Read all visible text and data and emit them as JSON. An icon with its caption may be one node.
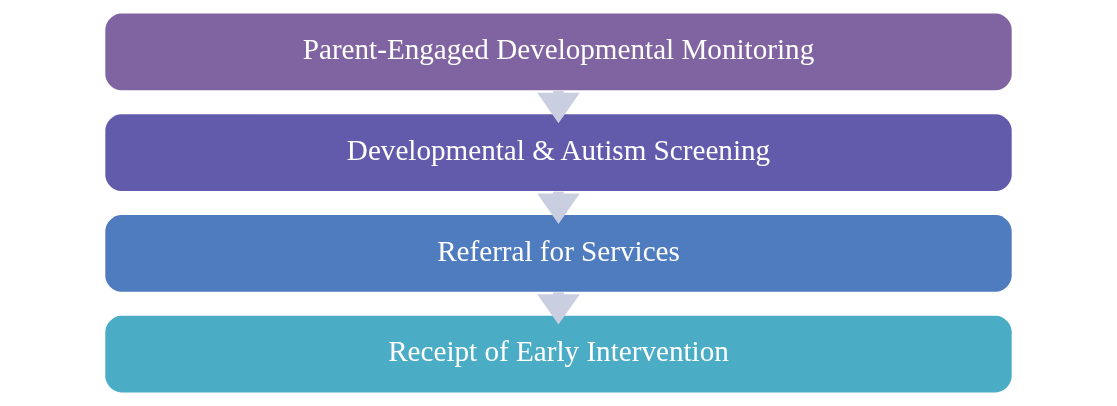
{
  "diagram": {
    "nodes": [
      {
        "text": [
          "Parent-Engaged Developmental Monitoring"
        ]
      },
      {
        "text": [
          "Developmental & Autism Screening"
        ]
      },
      {
        "text": [
          "Referral for Services"
        ]
      },
      {
        "text": [
          "Receipt of Early Intervention"
        ]
      }
    ],
    "edges": [
      {
        "from": 0,
        "to": 1,
        "arrow": "to"
      },
      {
        "from": 1,
        "to": 2,
        "arrow": "to"
      },
      {
        "from": 2,
        "to": 3,
        "arrow": "to"
      }
    ]
  }
}
